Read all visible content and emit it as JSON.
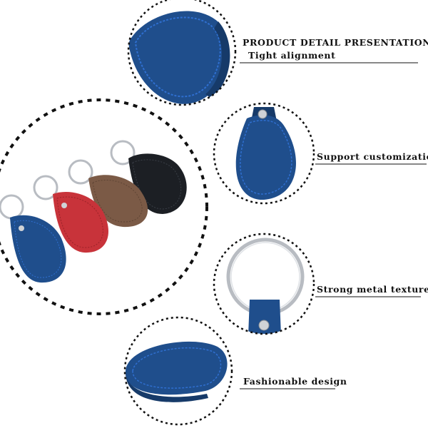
{
  "labels": {
    "title": "PRODUCT DETAIL PRESENTATION",
    "tight": "Tight alignment",
    "custom": "Support customization",
    "metal": "Strong metal texture",
    "fashion": "Fashionable design"
  },
  "colors": {
    "blue": "#1f4e8c",
    "blue_dark": "#163a69",
    "red": "#c8333a",
    "brown": "#7b5a46",
    "black": "#1c1f24",
    "stitch": "#2f6fd0",
    "metal": "#b8bcc2",
    "dots": "#111111"
  },
  "product_colors": [
    "blue",
    "red",
    "brown",
    "black"
  ]
}
